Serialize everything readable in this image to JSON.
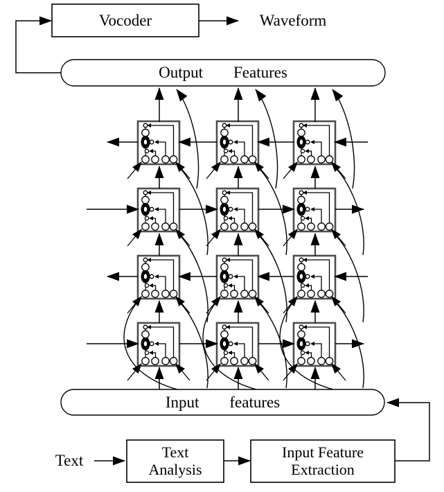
{
  "nodes": {
    "vocoder": {
      "label": "Vocoder"
    },
    "waveform": {
      "label": "Waveform"
    },
    "output_features": {
      "word1": "Output",
      "word2": "Features"
    },
    "input_features": {
      "word1": "Input",
      "word2": "features"
    },
    "text_input": {
      "label": "Text"
    },
    "text_analysis": {
      "line1": "Text",
      "line2": "Analysis"
    },
    "input_feature_extraction": {
      "line1": "Input Feature",
      "line2": "Extraction"
    }
  },
  "network": {
    "rows": 4,
    "columns": 3,
    "cell_type": "lstm-memory-cell",
    "row_directions": [
      "backward",
      "forward",
      "backward",
      "forward"
    ]
  },
  "colors": {
    "line": "#000000",
    "cell_border": "#4d4d4d",
    "background": "#ffffff"
  }
}
